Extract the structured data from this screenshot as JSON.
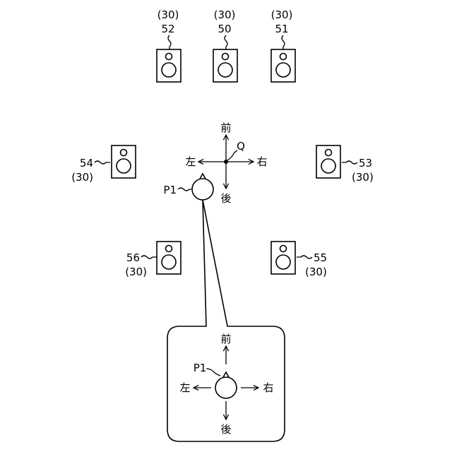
{
  "directions": {
    "front": "前",
    "back": "後",
    "left": "左",
    "right": "右"
  },
  "listener": {
    "label": "P1",
    "point_label": "Q"
  },
  "speakers": [
    {
      "id": "sp52",
      "number": "52",
      "group": "(30)"
    },
    {
      "id": "sp50",
      "number": "50",
      "group": "(30)"
    },
    {
      "id": "sp51",
      "number": "51",
      "group": "(30)"
    },
    {
      "id": "sp54",
      "number": "54",
      "group": "(30)"
    },
    {
      "id": "sp53",
      "number": "53",
      "group": "(30)"
    },
    {
      "id": "sp56",
      "number": "56",
      "group": "(30)"
    },
    {
      "id": "sp55",
      "number": "55",
      "group": "(30)"
    }
  ],
  "inset": {
    "label": "P1",
    "front": "前",
    "back": "後",
    "left": "左",
    "right": "右"
  }
}
